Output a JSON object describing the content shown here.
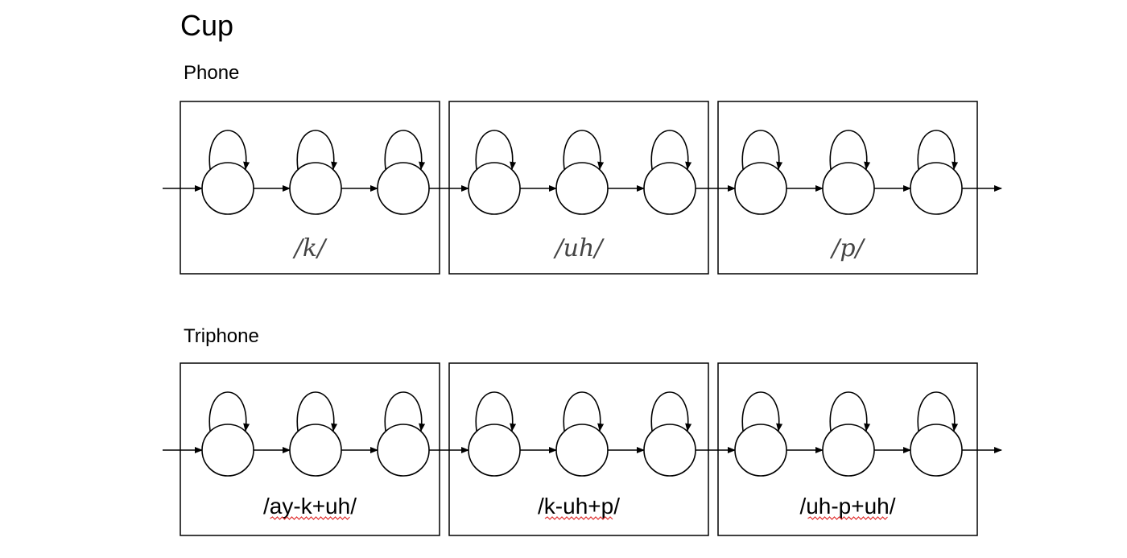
{
  "title": "Cup",
  "rows": [
    {
      "heading": "Phone",
      "label_style": "phone",
      "units": [
        {
          "label": "/k/",
          "flagged": false
        },
        {
          "label": "/uh/",
          "flagged": false
        },
        {
          "label": "/p/",
          "flagged": false
        }
      ]
    },
    {
      "heading": "Triphone",
      "label_style": "triphone",
      "units": [
        {
          "label": "/ay-k+uh/",
          "flagged": true
        },
        {
          "label": "/k-uh+p/",
          "flagged": true
        },
        {
          "label": "/uh-p+uh/",
          "flagged": true
        }
      ]
    }
  ],
  "states_per_unit": 3,
  "colors": {
    "stroke": "#000000",
    "spellcheck": "#e03030"
  }
}
